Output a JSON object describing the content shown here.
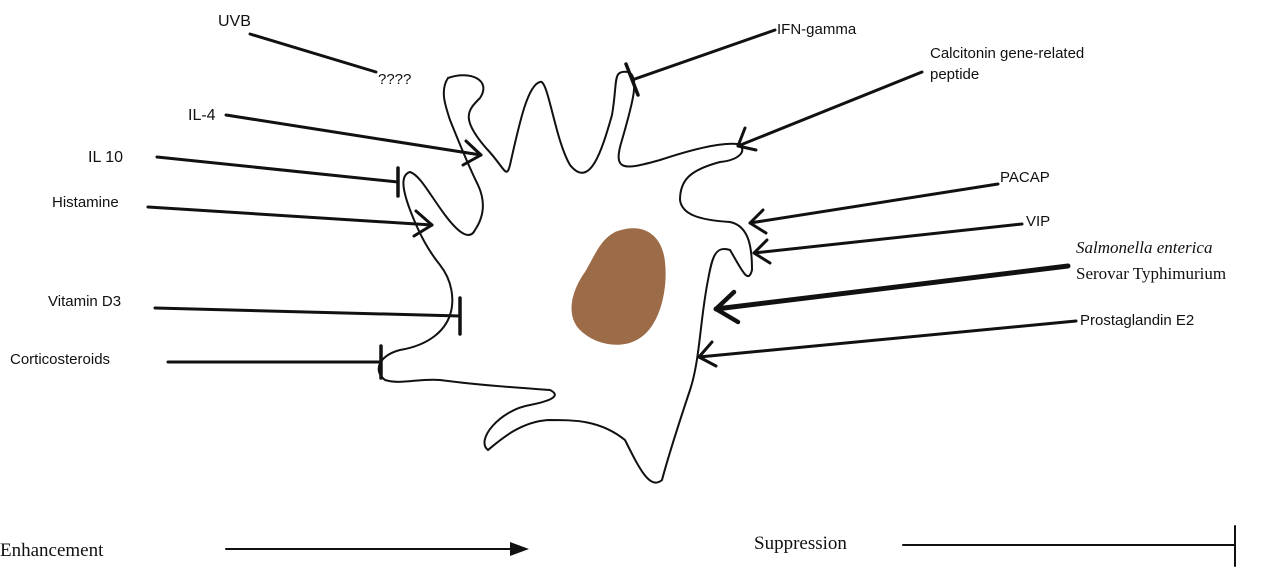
{
  "stimuli": {
    "uvb": "UVB",
    "unknown_effect": "????",
    "il4": "IL-4",
    "il10": "IL 10",
    "histamine": "Histamine",
    "vitamin_d3": "Vitamin D3",
    "corticosteroids": "Corticosteroids",
    "ifn_gamma": "IFN-gamma",
    "cgrp_line1": "Calcitonin gene-related",
    "cgrp_line2": "peptide",
    "pacap": "PACAP",
    "vip": "VIP",
    "salmonella_line1": "Salmonella enterica",
    "salmonella_line2": "Serovar Typhimurium",
    "prostaglandin": "Prostaglandin E2"
  },
  "legend": {
    "enhancement": "Enhancement",
    "suppression": "Suppression"
  },
  "colors": {
    "nucleus": "#9c6b47",
    "ink": "#111111"
  }
}
